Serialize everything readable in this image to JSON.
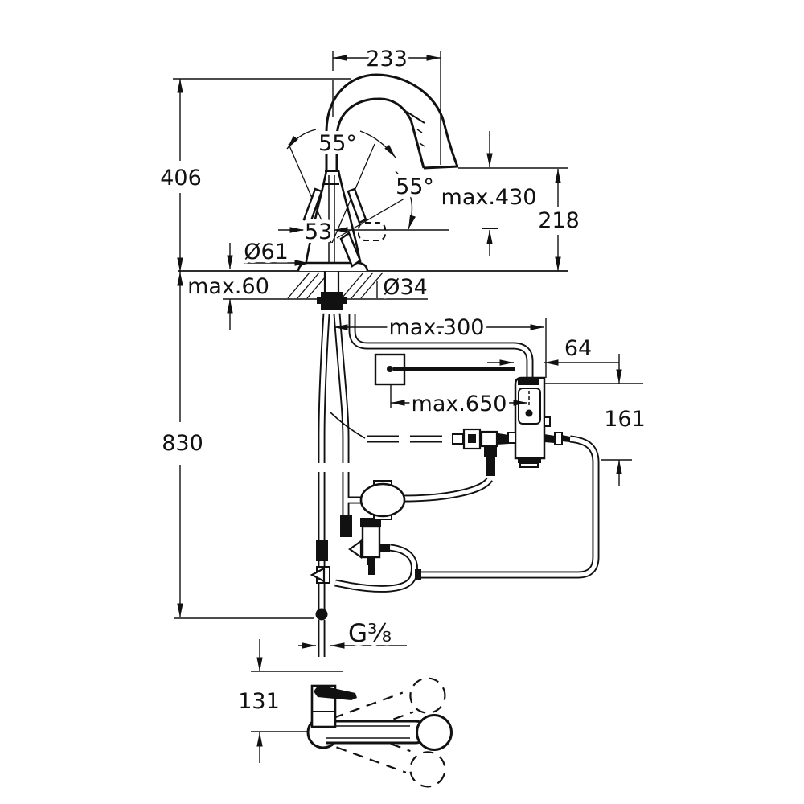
{
  "drawing": {
    "type": "technical-installation-diagram",
    "views": {
      "main_view": "faucet front view with under-counter installation",
      "bottom_view": "faucet side view with spout swivel range"
    },
    "line_color": "#111111",
    "background_color": "#ffffff"
  },
  "dims": {
    "d233": "233",
    "d406": "406",
    "d830": "830",
    "a55_left": "55°",
    "a55_right": "55°",
    "max430": "max.430",
    "d218": "218",
    "d53": "53",
    "dia61": "Ø61",
    "max60": "max.60",
    "dia34": "Ø34",
    "max300": "max.300",
    "d64": "64",
    "max650": "max.650",
    "d161": "161",
    "thread": "G³⁄₈",
    "d131": "131"
  }
}
